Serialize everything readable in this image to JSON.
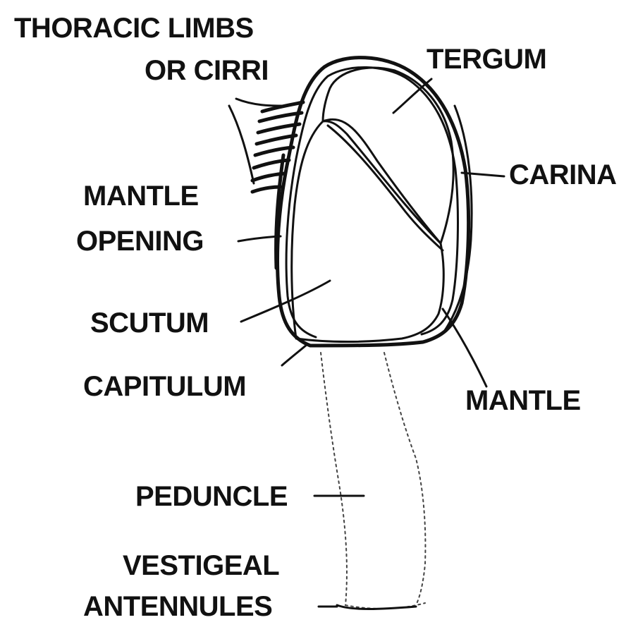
{
  "labels": {
    "thoracic_limbs_line1": "THORACIC LIMBS",
    "thoracic_limbs_line2": "OR CIRRI",
    "tergum": "TERGUM",
    "carina": "CARINA",
    "mantle_opening_line1": "MANTLE",
    "mantle_opening_line2": "OPENING",
    "scutum": "SCUTUM",
    "capitulum": "CAPITULUM",
    "mantle": "MANTLE",
    "peduncle": "PEDUNCLE",
    "vestigeal_antennules_line1": "VESTIGEAL",
    "vestigeal_antennules_line2": "ANTENNULES"
  }
}
